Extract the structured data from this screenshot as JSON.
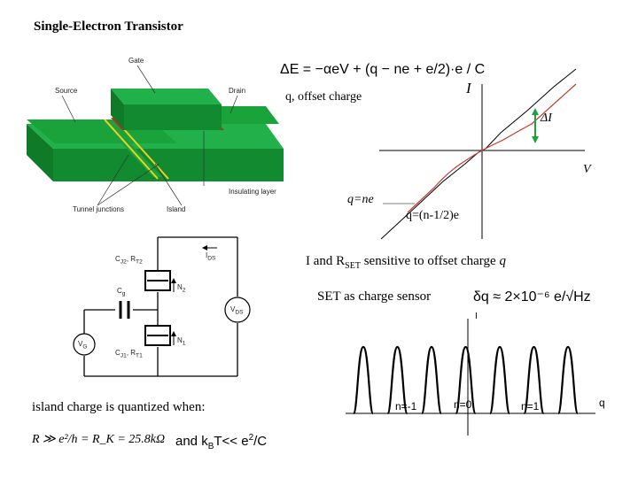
{
  "title": "Single-Electron Transistor",
  "device": {
    "labels": {
      "gate": "Gate",
      "source": "Source",
      "drain": "Drain",
      "insulating_layer": "Insulating layer",
      "tunnel_junctions": "Tunnel junctions",
      "island": "Island"
    },
    "colors": {
      "green": "#1aa33a",
      "green_dark": "#0f7a28",
      "red": "#d62020",
      "yellow": "#f0d020"
    }
  },
  "energy_formula": "ΔE = −αeV + (q − ne + e/2)·e / C",
  "iv_plot": {
    "y_label": "I",
    "x_label": "V",
    "offset_label": "q, offset charge",
    "delta_label": "ΔI",
    "curve_black_label": "q=ne",
    "curve_red_label": "q=(n-1/2)e",
    "colors": {
      "black_curve": "#000000",
      "red_curve": "#c0392b",
      "delta_arrow": "#1aa33a"
    }
  },
  "circuit": {
    "labels": {
      "cj2": "C",
      "cj2_sub": "J2",
      "rt2": "R",
      "rt2_sub": "T2",
      "cg": "C",
      "cg_sub": "g",
      "n2": "N",
      "n2_sub": "2",
      "ids": "I",
      "ids_sub": "DS",
      "vds": "V",
      "vds_sub": "DS",
      "vg": "V",
      "vg_sub": "G",
      "n1": "N",
      "n1_sub": "1",
      "cj1": "C",
      "cj1_sub": "J1",
      "rt1": "R",
      "rt1_sub": "T1"
    }
  },
  "sensitivity_text": {
    "prefix": "I and R",
    "sub": "SET",
    "suffix": " sensitive to offset charge ",
    "q": "q"
  },
  "charge_sensor": {
    "text": "SET as charge sensor",
    "formula": "δq ≈ 2×10⁻⁶ e/√Hz"
  },
  "peaks_plot": {
    "y_label": "I",
    "x_label": "q",
    "peak_labels": [
      "n=-1",
      "n=0",
      "n=1"
    ],
    "peak_count": 7
  },
  "quantized": {
    "text": "island charge is quantized when:",
    "formula": "R ≫ e²/h = R_K = 25.8kΩ",
    "condition_prefix": "and k",
    "condition_sub": "B",
    "condition_mid": "T<< e",
    "condition_sup": "2",
    "condition_suffix": "/C"
  }
}
